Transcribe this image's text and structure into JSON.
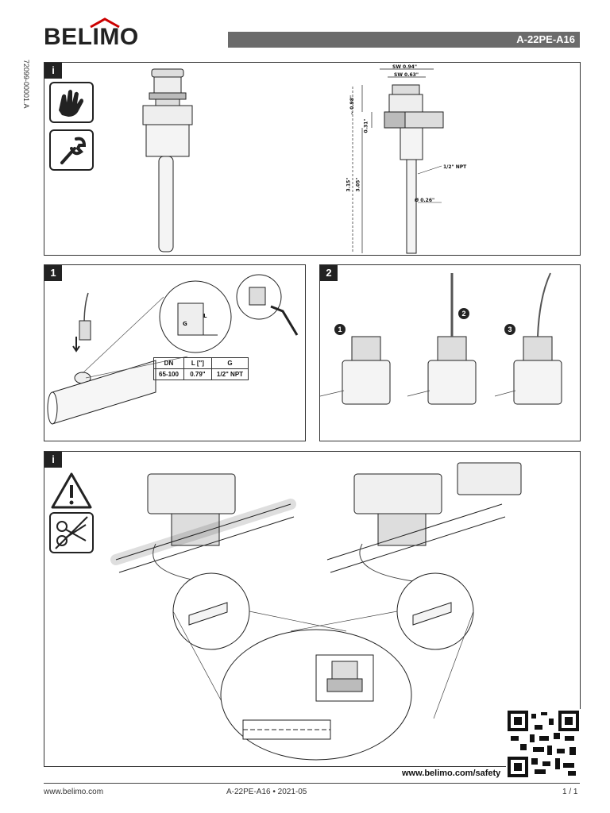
{
  "header": {
    "brand": "BELIMO",
    "product_code": "A-22PE-A16",
    "doc_number": "72099-00001.A"
  },
  "panel_info": {
    "tag": "i",
    "dims": {
      "sw1": "SW 0.94\"",
      "sw2": "SW 0.63\"",
      "h1": "~ 0.98\"",
      "h2": "0.31\"",
      "h3": "3.15\"",
      "h4": "3.05\"",
      "thread": "1/2\" NPT",
      "dia": "Ø 0.26\""
    }
  },
  "panel_1": {
    "tag": "1",
    "callout_g": "G",
    "callout_l": "L",
    "table": {
      "headers": [
        "DN",
        "L [\"]",
        "G"
      ],
      "rows": [
        [
          "65-100",
          "0.79\"",
          "1/2\" NPT"
        ]
      ]
    }
  },
  "panel_2": {
    "tag": "2",
    "steps": [
      "1",
      "2",
      "3"
    ]
  },
  "panel_warning": {
    "tag": "i"
  },
  "safety_url": "www.belimo.com/safety",
  "footer": {
    "website": "www.belimo.com",
    "doc_info": "A-22PE-A16 • 2021-05",
    "page": "1 / 1"
  }
}
